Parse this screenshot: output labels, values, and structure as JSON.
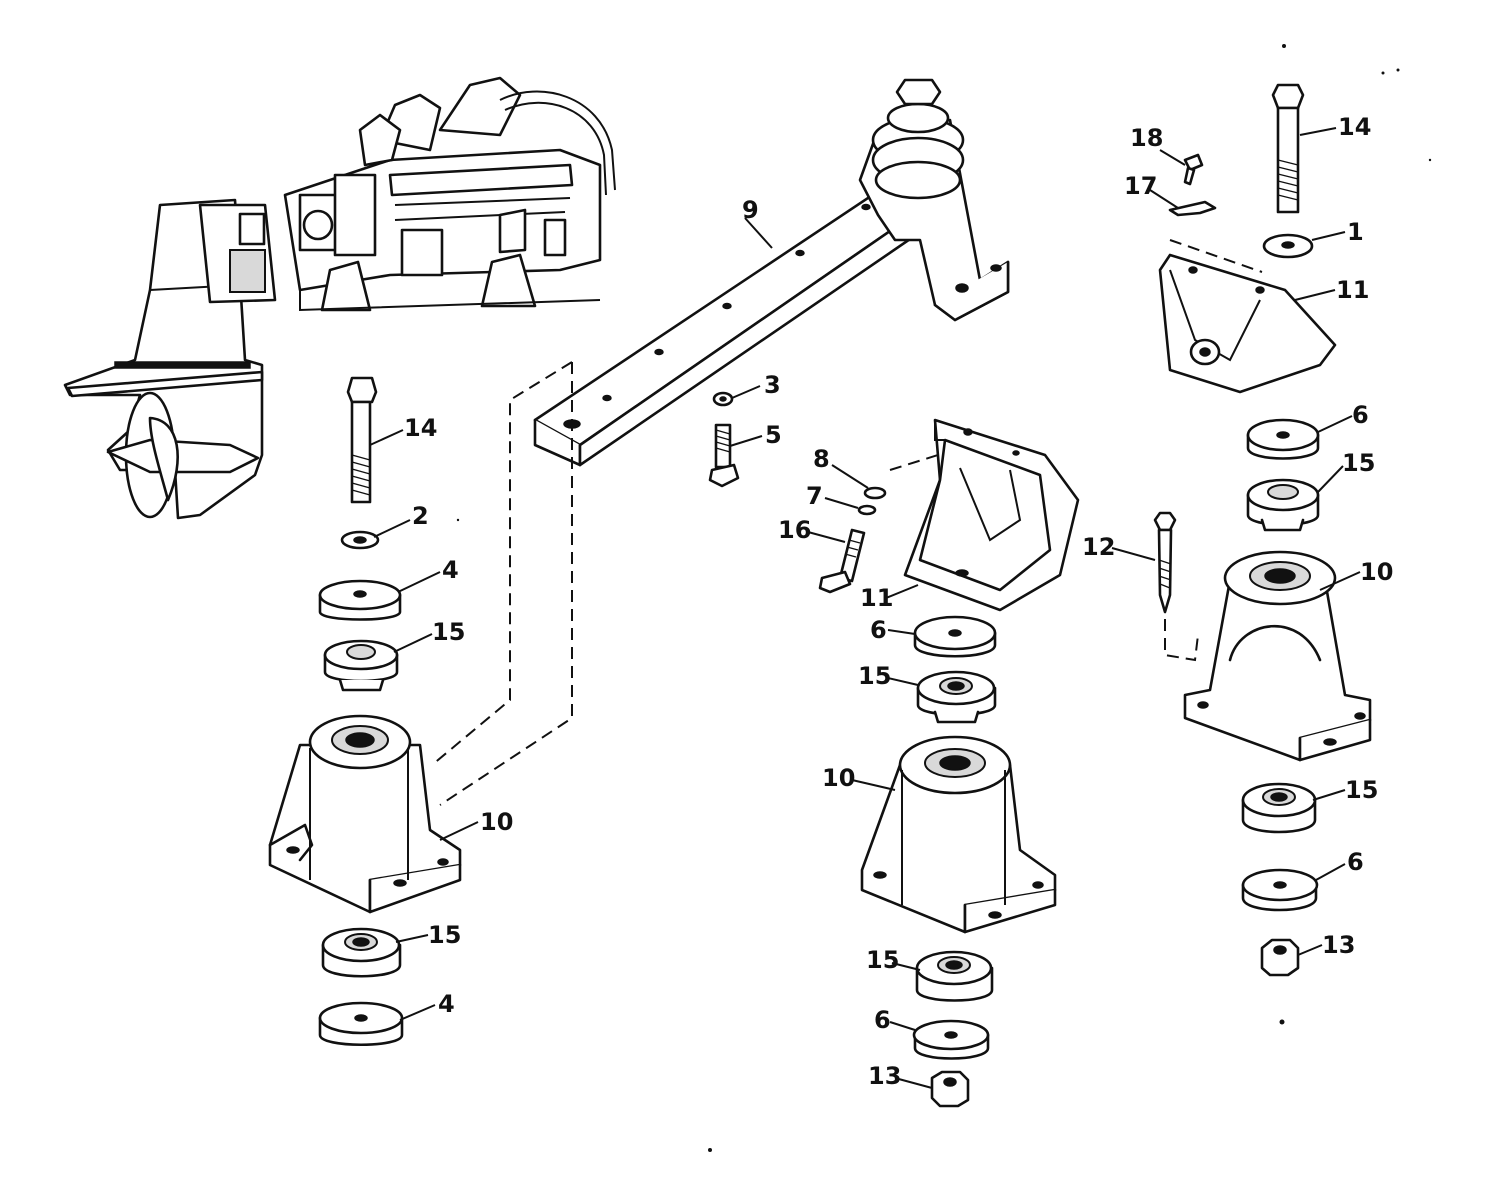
{
  "diagram": {
    "type": "exploded-parts-view",
    "colors": {
      "ink": "#111111",
      "paper": "#ffffff",
      "shading": "#d9d9d9"
    },
    "callouts": [
      {
        "id": "c-14a",
        "label": "14"
      },
      {
        "id": "c-2",
        "label": "2"
      },
      {
        "id": "c-4a",
        "label": "4"
      },
      {
        "id": "c-15a",
        "label": "15"
      },
      {
        "id": "c-10a",
        "label": "10"
      },
      {
        "id": "c-15b",
        "label": "15"
      },
      {
        "id": "c-4b",
        "label": "4"
      },
      {
        "id": "c-9",
        "label": "9"
      },
      {
        "id": "c-3",
        "label": "3"
      },
      {
        "id": "c-5",
        "label": "5"
      },
      {
        "id": "c-8",
        "label": "8"
      },
      {
        "id": "c-7",
        "label": "7"
      },
      {
        "id": "c-16",
        "label": "16"
      },
      {
        "id": "c-11a",
        "label": "11"
      },
      {
        "id": "c-6a",
        "label": "6"
      },
      {
        "id": "c-15c",
        "label": "15"
      },
      {
        "id": "c-10b",
        "label": "10"
      },
      {
        "id": "c-15d",
        "label": "15"
      },
      {
        "id": "c-6b",
        "label": "6"
      },
      {
        "id": "c-13a",
        "label": "13"
      },
      {
        "id": "c-18",
        "label": "18"
      },
      {
        "id": "c-17",
        "label": "17"
      },
      {
        "id": "c-14b",
        "label": "14"
      },
      {
        "id": "c-1",
        "label": "1"
      },
      {
        "id": "c-11b",
        "label": "11"
      },
      {
        "id": "c-6c",
        "label": "6"
      },
      {
        "id": "c-15e",
        "label": "15"
      },
      {
        "id": "c-12",
        "label": "12"
      },
      {
        "id": "c-10c",
        "label": "10"
      },
      {
        "id": "c-15f",
        "label": "15"
      },
      {
        "id": "c-6d",
        "label": "6"
      },
      {
        "id": "c-13b",
        "label": "13"
      }
    ]
  }
}
